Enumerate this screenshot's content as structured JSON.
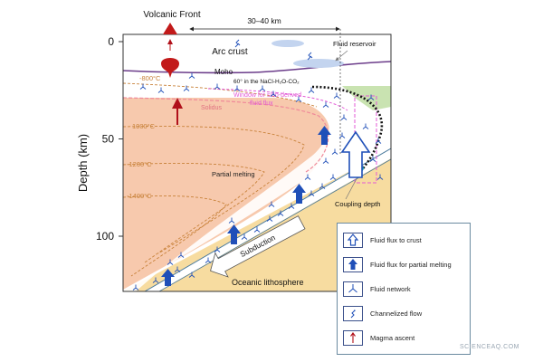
{
  "labels": {
    "volcanic_front": "Volcanic Front",
    "distance": "30–40 km",
    "arc_crust": "Arc crust",
    "fluid_reservoir": "Fluid reservoir",
    "moho": "Moho",
    "isopleth": "60° in the NaCl-H₂O-CO₂",
    "window_line1": "Window for slab-derived",
    "window_line2": "fluid flux",
    "solidus": "Solidus",
    "partial_melting": "Partial melting",
    "coupling_depth": "Coupling depth",
    "subduction": "Subduction",
    "oceanic_lithosphere": "Oceanic lithosphere",
    "y_axis_title": "Depth (km)"
  },
  "depth_ticks": [
    {
      "label": "0",
      "depth": 0
    },
    {
      "label": "50",
      "depth": 50
    },
    {
      "label": "100",
      "depth": 100
    }
  ],
  "isotherms": [
    {
      "label": "-800°C"
    },
    {
      "label": "1000°C"
    },
    {
      "label": "-1200°C"
    },
    {
      "label": "-1400°C"
    }
  ],
  "legend": [
    {
      "label": "Fluid flux to crust",
      "icon": "hollow-up-arrow-icon"
    },
    {
      "label": "Fluid flux for partial melting",
      "icon": "solid-up-arrow-icon"
    },
    {
      "label": "Fluid network",
      "icon": "fluid-network-icon"
    },
    {
      "label": "Channelized flow",
      "icon": "channelized-flow-icon"
    },
    {
      "label": "Magma ascent",
      "icon": "magma-ascent-arrow-icon"
    }
  ],
  "watermark": "SCIENCEAQ.COM",
  "colors": {
    "mantle_wedge": "#f7c9ad",
    "slab": "#f7dca0",
    "moho": "#6b3c8a",
    "isotherm": "#c8823a",
    "window": "#e35ad6",
    "arrow_blue": "#1f4fb8",
    "magma": "#b0101a",
    "reservoir": "#c3d4ef"
  }
}
